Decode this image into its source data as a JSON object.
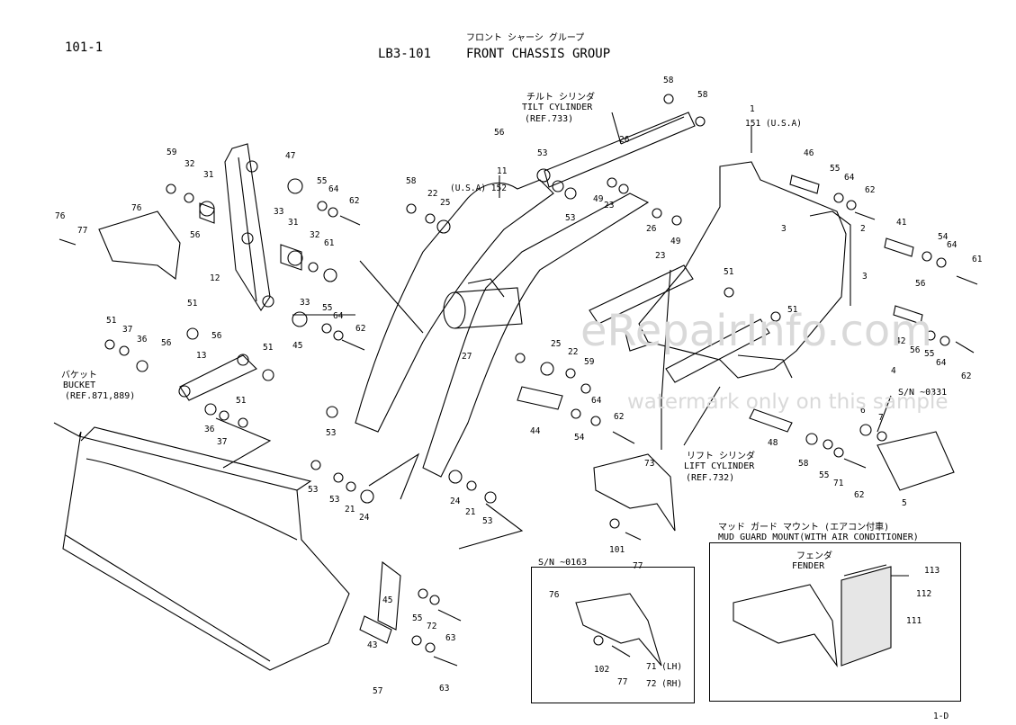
{
  "header": {
    "page_ref": "101-1",
    "code": "LB3-101",
    "title_kana": "フロント シャーシ グループ",
    "title": "FRONT CHASSIS GROUP"
  },
  "callouts": {
    "tilt_cylinder": {
      "kana": "チルト シリンダ",
      "label": "TILT CYLINDER",
      "ref": "(REF.733)"
    },
    "bucket": {
      "kana": "バケット",
      "label": "BUCKET",
      "ref": "(REF.871,889)"
    },
    "lift_cylinder": {
      "kana": "リフト シリンダ",
      "label": "LIFT CYLINDER",
      "ref": "(REF.732)"
    },
    "usa_152": "(U.S.A) 152",
    "usa_151": "151 (U.S.A)",
    "sn_0331": "S/N ~0331",
    "sn_0163": "S/N ~0163",
    "mud_guard_kana": "マッド ガード マウント (エアコン付車)",
    "mud_guard": "MUD GUARD MOUNT(WITH AIR CONDITIONER)",
    "fender_kana": "フェンダ",
    "fender": "FENDER",
    "lh": "71 (LH)",
    "rh": "72 (RH)"
  },
  "part_numbers": [
    "1",
    "2",
    "3",
    "3",
    "4",
    "5",
    "6",
    "7",
    "11",
    "12",
    "13",
    "21",
    "21",
    "22",
    "22",
    "23",
    "23",
    "24",
    "24",
    "25",
    "25",
    "26",
    "26",
    "27",
    "31",
    "31",
    "32",
    "32",
    "33",
    "33",
    "36",
    "36",
    "37",
    "37",
    "41",
    "42",
    "43",
    "44",
    "45",
    "45",
    "46",
    "47",
    "48",
    "49",
    "49",
    "51",
    "51",
    "51",
    "51",
    "51",
    "51",
    "53",
    "53",
    "53",
    "53",
    "53",
    "53",
    "54",
    "54",
    "55",
    "55",
    "55",
    "55",
    "55",
    "55",
    "56",
    "56",
    "56",
    "56",
    "56",
    "56",
    "57",
    "58",
    "58",
    "58",
    "58",
    "59",
    "59",
    "61",
    "61",
    "62",
    "62",
    "62",
    "62",
    "62",
    "62",
    "63",
    "63",
    "64",
    "64",
    "64",
    "64",
    "64",
    "64",
    "71",
    "72",
    "73",
    "76",
    "76",
    "76",
    "77",
    "77",
    "77",
    "101",
    "102",
    "111",
    "112",
    "113"
  ],
  "footer": {
    "page_no": "1-D"
  },
  "watermark": {
    "line1": "eRepairInfo.com",
    "line2": "watermark only on this sample"
  }
}
